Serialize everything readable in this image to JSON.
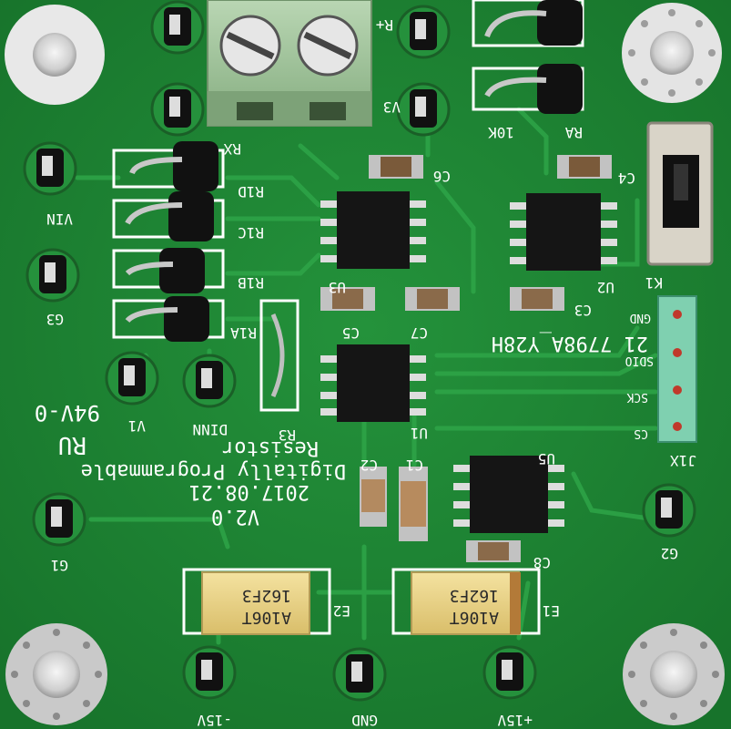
{
  "board": {
    "colors": {
      "pcb": "#1f8a35",
      "pcb_light": "#30a84a",
      "trace": "#2e9e45",
      "silk": "#ffffff",
      "pad": "#d9d9d9",
      "ic": "#151515",
      "terminal": "#9fc29a",
      "tantalum": "#e9d48a",
      "header": "#7fd0b0"
    },
    "silkscreen": {
      "title_line1": "Digitally Programmable",
      "title_line2": "Resistor",
      "date": "2017.08.21",
      "version": "V2.0",
      "part_number": "21 7798A_Y28H",
      "flammability": "94V-0",
      "ul_mark": "RU"
    },
    "labels": {
      "vin": "VIN",
      "g3": "G3",
      "g1": "G1",
      "g2": "G2",
      "v1": "V1",
      "dinn": "DINN",
      "neg15v": "-15V",
      "gnd": "GND",
      "pos15v": "+15V",
      "rx": "RX",
      "r_plus": "R+",
      "v3": "V3",
      "ra": "RA",
      "tenk": "10K",
      "r1d": "R1D",
      "r1c": "R1C",
      "r1b": "R1B",
      "r1a": "R1A",
      "r3": "R3",
      "u1": "U1",
      "u2": "U2",
      "u3": "U3",
      "u5": "U5",
      "c1": "C1",
      "c2": "C2",
      "c3": "C3",
      "c4": "C4",
      "c5": "C5",
      "c6": "C6",
      "c7": "C7",
      "c8": "C8",
      "e1": "E1",
      "e2": "E2",
      "k1": "K1",
      "j1x": "J1X",
      "hdr_gnd": "GND",
      "hdr_sdio": "SDIO",
      "hdr_sck": "SCK",
      "hdr_cs": "CS"
    },
    "capacitors": {
      "e1_line1": "162F3",
      "e1_line2": "A106T",
      "e2_line1": "162F3",
      "e2_line2": "A106T"
    }
  }
}
